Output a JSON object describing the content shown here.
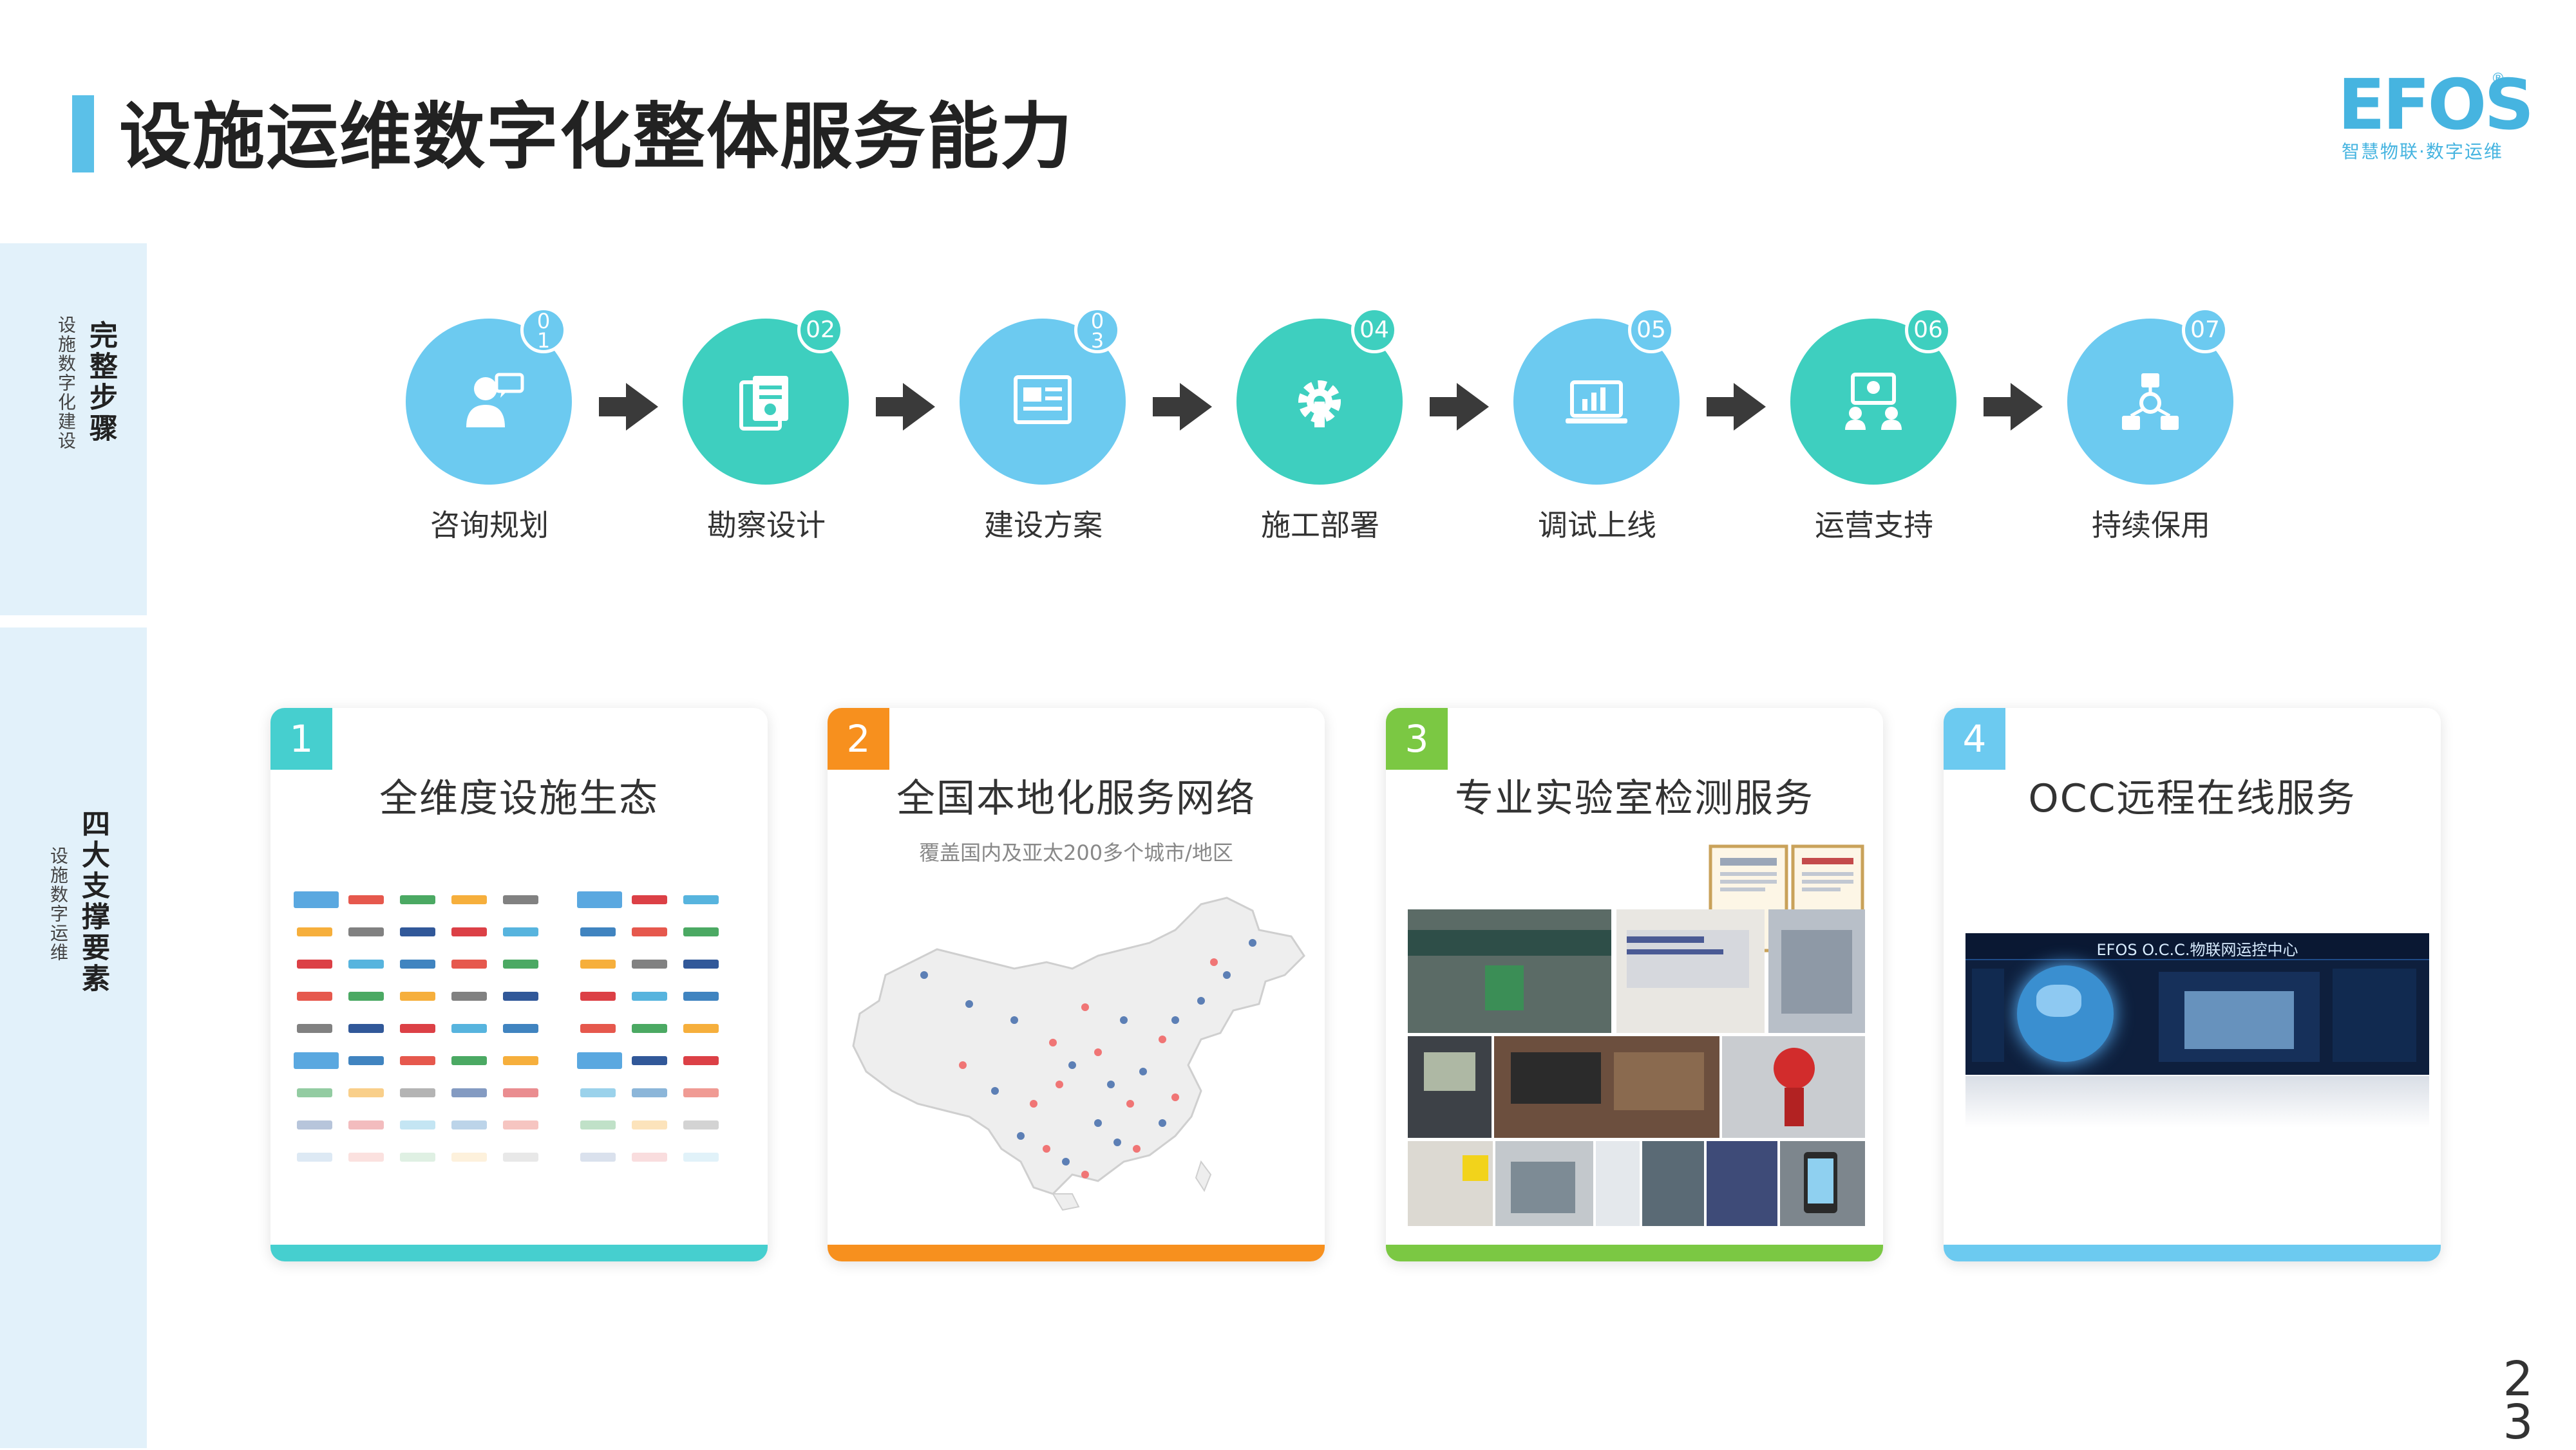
{
  "header": {
    "title": "设施运维数字化整体服务能力",
    "logo_text": "EFOS",
    "logo_reg": "®",
    "logo_sub": "智慧物联·数字运维"
  },
  "sidebar": {
    "section1_main": "完整步骤",
    "section1_sub": "设施数字化建设",
    "section2_main": "四大支撑要素",
    "section2_sub": "设施数字运维"
  },
  "steps": [
    {
      "num": "0\n1",
      "label": "咨询规划",
      "color": "blue",
      "icon": "consultant-icon"
    },
    {
      "num": "02",
      "label": "勘察设计",
      "color": "green",
      "icon": "design-icon"
    },
    {
      "num": "0\n3",
      "label": "建设方案",
      "color": "blue",
      "icon": "plan-icon"
    },
    {
      "num": "04",
      "label": "施工部署",
      "color": "green",
      "icon": "gear-icon"
    },
    {
      "num": "05",
      "label": "调试上线",
      "color": "blue",
      "icon": "laptop-chart-icon"
    },
    {
      "num": "06",
      "label": "运营支持",
      "color": "green",
      "icon": "support-team-icon"
    },
    {
      "num": "07",
      "label": "持续保用",
      "color": "blue",
      "icon": "network-icon"
    }
  ],
  "cards": [
    {
      "num": "1",
      "title": "全维度设施生态",
      "subtitle": "",
      "accent": "#46cfcf"
    },
    {
      "num": "2",
      "title": "全国本地化服务网络",
      "subtitle": "覆盖国内及亚太200多个城市/地区",
      "accent": "#f7901e"
    },
    {
      "num": "3",
      "title": "专业实验室检测服务",
      "subtitle": "",
      "accent": "#7bc843"
    },
    {
      "num": "4",
      "title": "OCC远程在线服务",
      "subtitle": "",
      "accent": "#6ccaf0"
    }
  ],
  "card_images": {
    "screen_title": "EFOS O.C.C.物联网运控中心"
  },
  "page_number": "2\n3",
  "colors": {
    "brand_blue": "#46b4e0",
    "circle_blue": "#6ccaf0",
    "circle_green": "#3ecfbf",
    "side_panel": "#e2f1fa",
    "arrow": "#3a3a3a"
  }
}
